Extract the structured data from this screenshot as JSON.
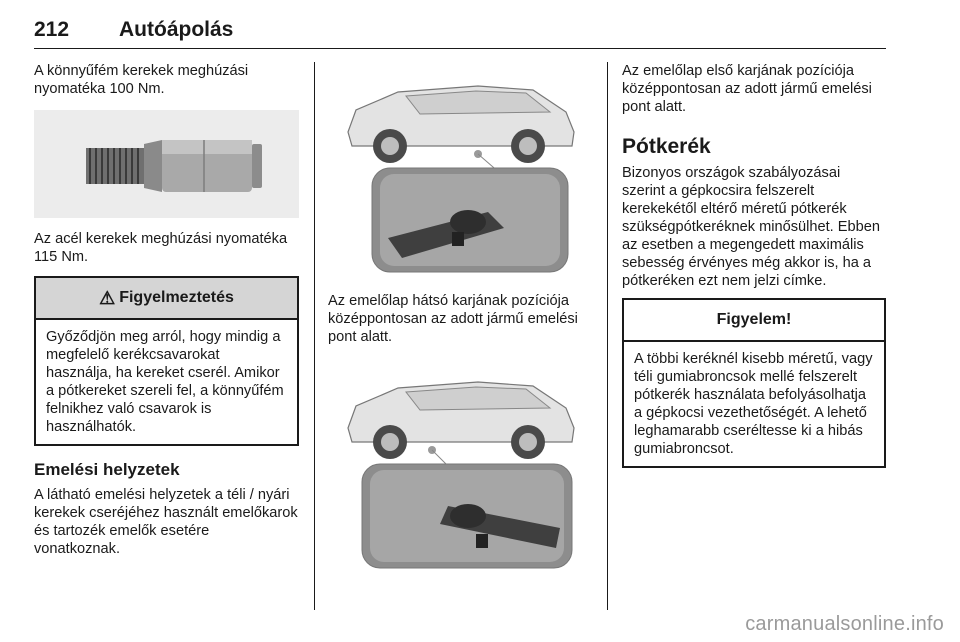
{
  "header": {
    "page_number": "212",
    "section": "Autóápolás"
  },
  "col1": {
    "p_alloy": "A könnyűfém kerekek meghúzási nyomatéka 100 Nm.",
    "p_steel": "Az acél kerekek meghúzási nyomatéka 115 Nm.",
    "warning": {
      "title": "Figyelmeztetés",
      "icon": "warning-triangle-icon",
      "body": "Győződjön meg arról, hogy mindig a megfelelő kerékcsavarokat használja, ha kereket cserél. Amikor a pótkereket szereli fel, a könnyűfém felnikhez való csavarok is használhatók."
    },
    "lift_heading": "Emelési helyzetek",
    "lift_text": "A látható emelési helyzetek a téli / nyári kerekek cseréjéhez használt emelőkarok és tartozék emelők esetére vonatkoznak."
  },
  "col2": {
    "caption_rear": "Az emelőlap hátsó karjának pozíciója középpontosan az adott jármű emelési pont alatt."
  },
  "col3": {
    "caption_front": "Az emelőlap első karjának pozíciója középpontosan az adott jármű emelési pont alatt.",
    "spare_heading": "Pótkerék",
    "spare_text": "Bizonyos országok szabályozásai szerint a gépkocsira felszerelt kerekekétől eltérő méretű pótkerék szükségpótkeréknek minősülhet. Ebben az esetben a megengedett maximális sebesség érvényes még akkor is, ha a pótkeréken ezt nem jelzi címke.",
    "note": {
      "title": "Figyelem!",
      "body": "A többi keréknél kisebb méretű, vagy téli gumiabroncsok mellé felszerelt pótkerék használata befolyásolhatja a gépkocsi vezethetőségét. A lehető leghamarabb cseréltesse ki a hibás gumiabroncsot."
    }
  },
  "watermark": "carmanualsonline.info"
}
